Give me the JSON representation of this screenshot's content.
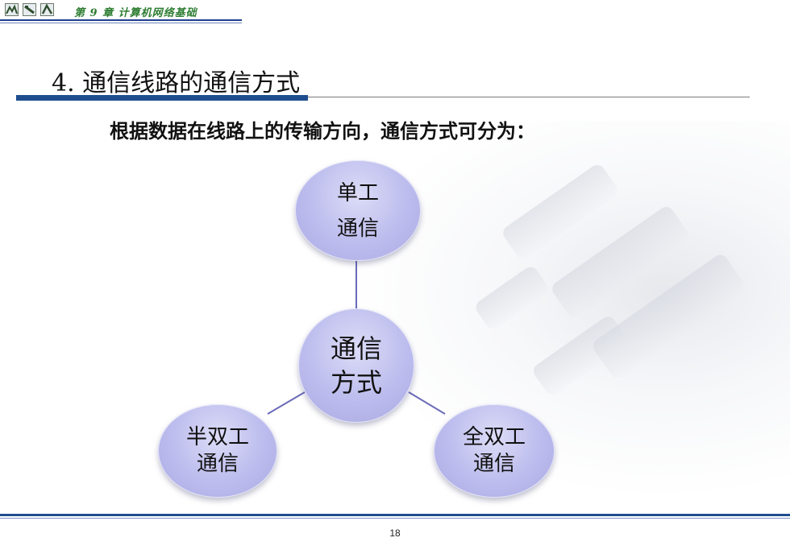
{
  "header": {
    "chapter_title": "第 9 章  计算机网络基础",
    "icons": [
      "nav-icon-1",
      "nav-icon-2",
      "nav-icon-3"
    ]
  },
  "slide": {
    "title": "4. 通信线路的通信方式",
    "subtitle": "根据数据在线路上的传输方向，通信方式可分为："
  },
  "diagram": {
    "center": "通信\n方式",
    "top": "单工\n通信",
    "left": "半双工\n通信",
    "right": "全双工\n通信"
  },
  "colors": {
    "accent_blue": "#1f4e8f",
    "node_fill": "#bcbcee",
    "connector": "#6a6ab8",
    "header_text": "#2e7d32"
  },
  "footer": {
    "page_number": "18"
  }
}
